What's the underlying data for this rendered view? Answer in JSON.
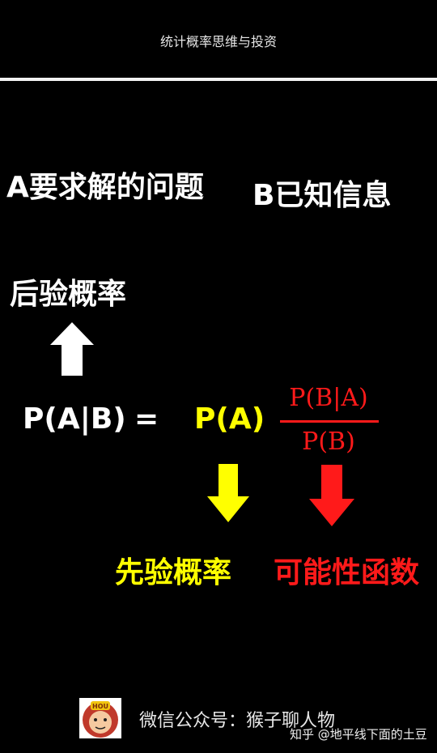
{
  "header": {
    "title": "统计概率思维与投资"
  },
  "labels": {
    "problem": "A要求解的问题",
    "known_info": "B已知信息",
    "posterior": "后验概率",
    "prior": "先验概率",
    "likelihood": "可能性函数"
  },
  "equation": {
    "lhs": "P(A|B)",
    "equals": "=",
    "prior_term": "P(A)",
    "numerator": "P(B|A)",
    "denominator": "P(B)"
  },
  "colors": {
    "background": "#000000",
    "white": "#ffffff",
    "yellow": "#ffff00",
    "red": "#ff1a1a"
  },
  "footer": {
    "avatar_badge": "HOU",
    "wechat_text": "微信公众号：猴子聊人物",
    "watermark": "知乎 @地平线下面的土豆"
  },
  "icons": {
    "up_arrow": "white-up-arrow-icon",
    "prior_arrow": "yellow-down-arrow-icon",
    "likelihood_arrow": "red-down-arrow-icon",
    "avatar": "monkey-avatar-icon"
  }
}
